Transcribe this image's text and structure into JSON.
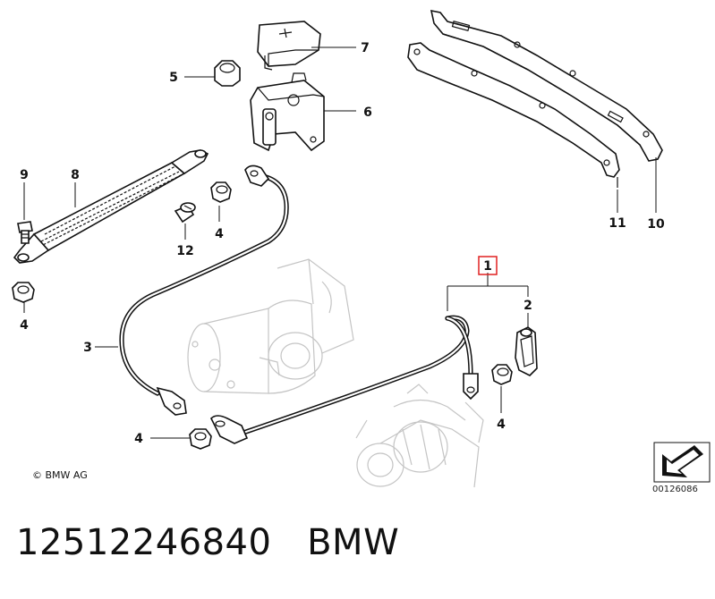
{
  "diagram": {
    "callouts": [
      {
        "id": "c1",
        "label": "1",
        "highlighted": true
      },
      {
        "id": "c2",
        "label": "2"
      },
      {
        "id": "c3",
        "label": "3"
      },
      {
        "id": "c4a",
        "label": "4"
      },
      {
        "id": "c4b",
        "label": "4"
      },
      {
        "id": "c4c",
        "label": "4"
      },
      {
        "id": "c4d",
        "label": "4"
      },
      {
        "id": "c5",
        "label": "5"
      },
      {
        "id": "c6",
        "label": "6"
      },
      {
        "id": "c7",
        "label": "7"
      },
      {
        "id": "c8",
        "label": "8"
      },
      {
        "id": "c9",
        "label": "9"
      },
      {
        "id": "c10",
        "label": "10"
      },
      {
        "id": "c11",
        "label": "11"
      },
      {
        "id": "c12",
        "label": "12"
      }
    ],
    "highlight_color": "#e02020",
    "copyright": "© BMW AG",
    "image_number": "00126086"
  },
  "caption": {
    "part_number": "12512246840",
    "brand": "BMW"
  }
}
